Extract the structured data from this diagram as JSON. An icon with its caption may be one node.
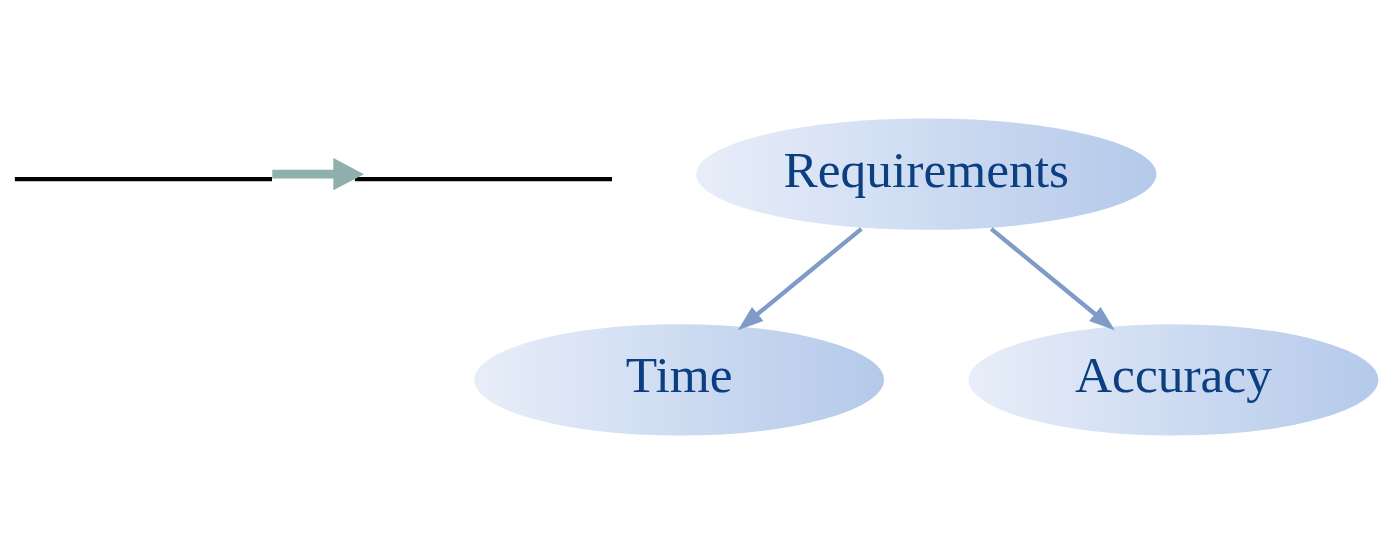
{
  "diagram": {
    "nodes": [
      {
        "text": [],
        "shape": "line"
      },
      {
        "text": [],
        "shape": "line"
      },
      {
        "text": [
          "Requirements"
        ]
      },
      {
        "text": [
          "Time"
        ]
      },
      {
        "text": [
          "Accuracy"
        ]
      }
    ],
    "edges": [
      {
        "from": 0,
        "to": 1,
        "arrow": "to",
        "style": "thick",
        "color": "#8fb0ad"
      },
      {
        "from": 2,
        "to": 3,
        "arrow": "to"
      },
      {
        "from": 2,
        "to": 4,
        "arrow": "to"
      }
    ]
  }
}
